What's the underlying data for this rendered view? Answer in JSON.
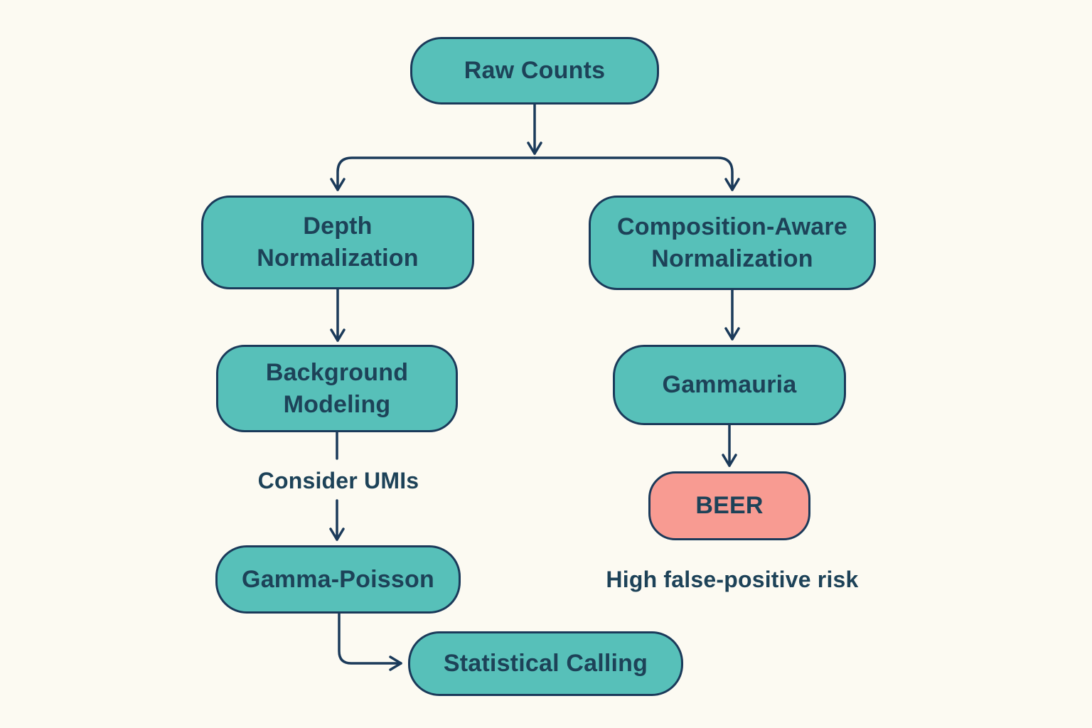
{
  "diagram": {
    "type": "flowchart",
    "nodes": {
      "raw_counts": {
        "label": "Raw Counts"
      },
      "depth_normalization": {
        "label": "Depth\nNormalization"
      },
      "composition_aware_normalization": {
        "label": "Composition-Aware\nNormalization"
      },
      "background_modeling": {
        "label": "Background\nModeling"
      },
      "gammauria": {
        "label": "Gammauria"
      },
      "gamma_poisson": {
        "label": "Gamma-Poisson"
      },
      "beer": {
        "label": "BEER"
      },
      "statistical_calling": {
        "label": "Statistical Calling"
      }
    },
    "edge_labels": {
      "consider_umis": "Consider UMIs"
    },
    "annotations": {
      "high_false_positive_risk": "High false-positive risk"
    },
    "edges": [
      {
        "from": "raw_counts",
        "to": "depth_normalization"
      },
      {
        "from": "raw_counts",
        "to": "composition_aware_normalization"
      },
      {
        "from": "depth_normalization",
        "to": "background_modeling"
      },
      {
        "from": "background_modeling",
        "to": "gamma_poisson",
        "label": "Consider UMIs"
      },
      {
        "from": "gamma_poisson",
        "to": "statistical_calling"
      },
      {
        "from": "composition_aware_normalization",
        "to": "gammauria"
      },
      {
        "from": "gammauria",
        "to": "beer"
      }
    ],
    "colors": {
      "background": "#fcfaf2",
      "node-fill": "#57c0b9",
      "warning-fill": "#f89b92",
      "stroke": "#1b3a5a",
      "text": "#1d4258"
    }
  }
}
